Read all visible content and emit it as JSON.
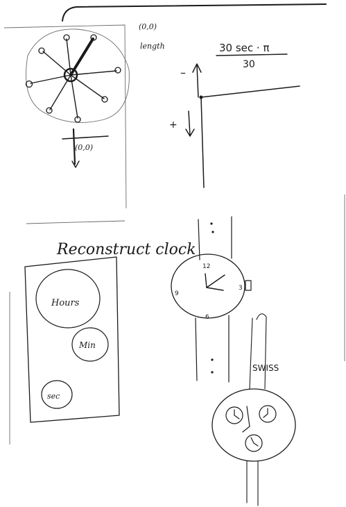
{
  "labels": {
    "origin_top": "(0,0)",
    "length": "length",
    "origin_axis": "(0,0)",
    "formula_numerator": "30 sec · π",
    "formula_denominator": "30",
    "minus": "–",
    "plus": "+",
    "title": "Reconstruct clock",
    "hours": "Hours",
    "min": "Min",
    "sec": "sec",
    "watch_12": "12",
    "watch_3": "3",
    "watch_6": "6",
    "watch_9": "9",
    "swiss": "SWISS"
  }
}
